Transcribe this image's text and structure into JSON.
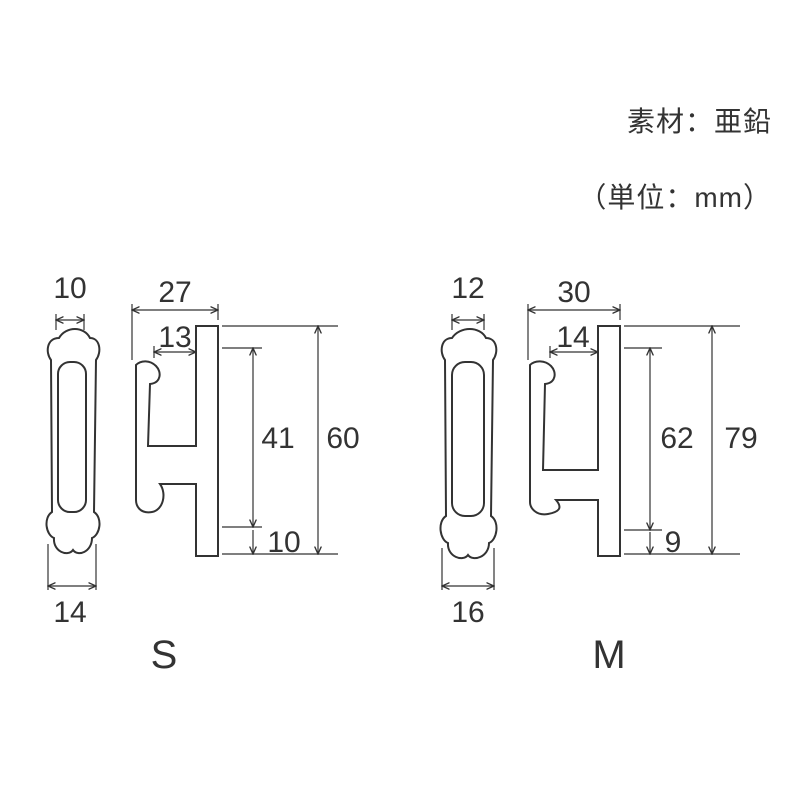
{
  "notes": {
    "material": "素材：亜鉛",
    "unit": "（単位：mm）"
  },
  "variants": [
    {
      "size": "S",
      "dims": {
        "top_width": "10",
        "bottom_width": "14",
        "depth": "27",
        "post": "13",
        "inner_height": "41",
        "overall_height": "60",
        "lower": "10"
      }
    },
    {
      "size": "M",
      "dims": {
        "top_width": "12",
        "bottom_width": "16",
        "depth": "30",
        "post": "14",
        "inner_height": "62",
        "overall_height": "79",
        "lower": "9"
      }
    }
  ]
}
